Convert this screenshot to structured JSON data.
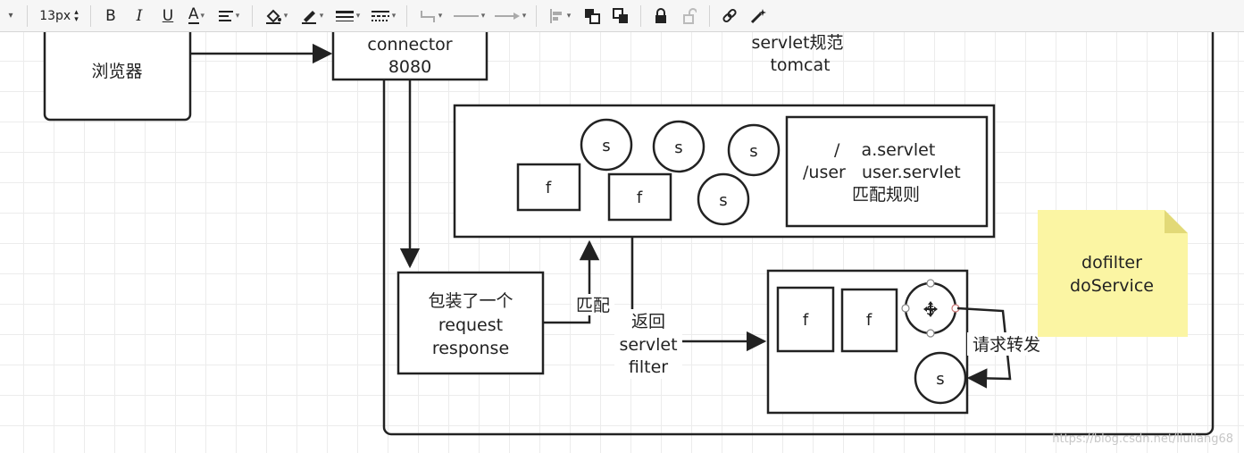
{
  "toolbar": {
    "font_size": "13px",
    "bold": "B",
    "italic": "I",
    "underline": "U",
    "font_color": "A"
  },
  "diagram": {
    "browser": "浏览器",
    "connector_line1": "connector",
    "connector_line2": "8080",
    "container_line1": "servlet规范",
    "container_line2": "tomcat",
    "registry_small": [
      "s",
      "s",
      "s",
      "s",
      "f",
      "f"
    ],
    "mapping_line1": "/    a.servlet",
    "mapping_line2": "/user   user.servlet",
    "mapping_line3": "匹配规则",
    "wrapper_line1": "包装了一个",
    "wrapper_line2": "request",
    "wrapper_line3": "response",
    "match_label": "匹配",
    "return_line1": "返回",
    "return_line2": "servlet",
    "return_line3": "filter",
    "chain_small": [
      "f",
      "f",
      "s",
      "s"
    ],
    "forward_label": "请求转发",
    "note_line1": "dofilter",
    "note_line2": "doService"
  },
  "colors": {
    "note_fill": "#fbf5a3",
    "stroke": "#222222"
  },
  "icons": [
    "collapse-caret-icon",
    "bold-icon",
    "italic-icon",
    "underline-icon",
    "font-color-icon",
    "align-icon",
    "fill-color-icon",
    "line-color-icon",
    "line-width-icon",
    "line-style-icon",
    "connector-icon",
    "line-icon",
    "arrow-icon",
    "align-left-icon",
    "to-front-icon",
    "to-back-icon",
    "lock-icon",
    "unlock-icon",
    "link-icon",
    "magic-icon"
  ],
  "watermark": "https://blog.csdn.net/liuliang68"
}
